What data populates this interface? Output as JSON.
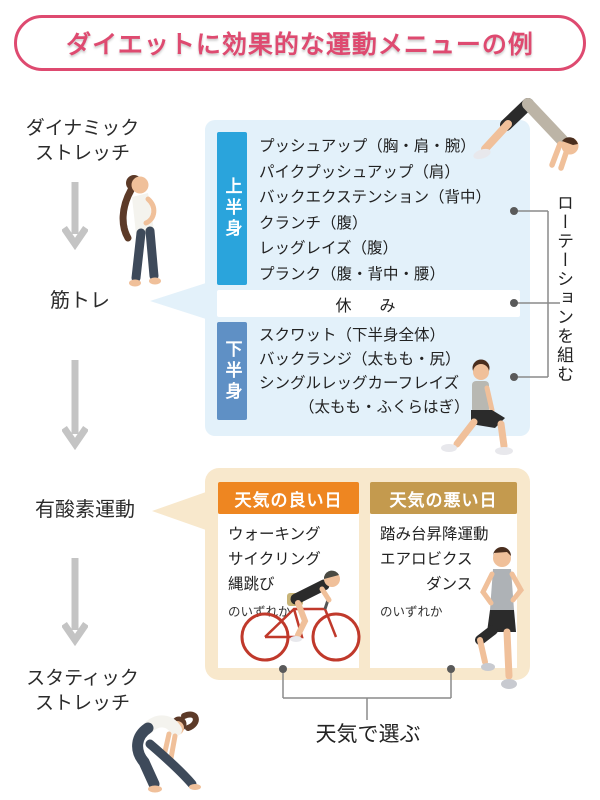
{
  "title": "ダイエットに効果的な運動メニューの例",
  "flow": {
    "dynamic_stretch": {
      "line1": "ダイナミック",
      "line2": "ストレッチ"
    },
    "strength": "筋トレ",
    "aerobic": "有酸素運動",
    "static_stretch": {
      "line1": "スタティック",
      "line2": "ストレッチ"
    }
  },
  "strength_box": {
    "upper": {
      "label": "上半身",
      "items": [
        "プッシュアップ（胸・肩・腕）",
        "パイクプッシュアップ（肩）",
        "バックエクステンション（背中）",
        "クランチ（腹）",
        "レッグレイズ（腹）",
        "プランク（腹・背中・腰）"
      ]
    },
    "rest": "休　み",
    "lower": {
      "label": "下半身",
      "lines": [
        "スクワット（下半身全体）",
        "バックランジ（太もも・尻）",
        "シングルレッグカーフレイズ",
        "（太もも・ふくらはぎ）"
      ]
    },
    "rotation_note": "ローテーションを組む"
  },
  "aerobic_box": {
    "good": {
      "header": "天気の良い日",
      "items": [
        "ウォーキング",
        "サイクリング",
        "縄跳び"
      ],
      "note": "のいずれか"
    },
    "bad": {
      "header": "天気の悪い日",
      "lines": [
        "踏み台昇降運動",
        "エアロビクス",
        "ダンス"
      ],
      "note": "のいずれか"
    },
    "caption": "天気で選ぶ"
  },
  "icons": {
    "down_arrow": "gray chevron arrow ↓",
    "connector_dot": "small gray dot ●"
  },
  "colors": {
    "accent_pink": "#DE4A70",
    "upper_body_blue": "#2AA4DC",
    "lower_body_blue": "#5F90C5",
    "strength_box_bg": "#E3F1FA",
    "aerobic_box_bg": "#F8E8CC",
    "good_weather_orange": "#EE8621",
    "bad_weather_gold": "#C49A4E",
    "arrow_gray": "#C4C4C4"
  }
}
